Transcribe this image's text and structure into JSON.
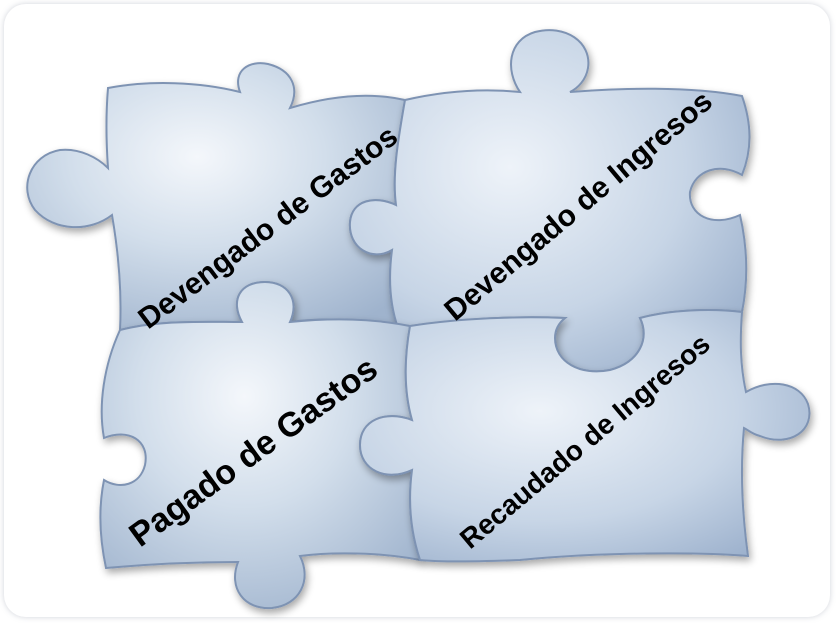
{
  "pieces": [
    {
      "id": "top-left",
      "label": "Devengado de Gastos"
    },
    {
      "id": "top-right",
      "label": "Devengado de Ingresos"
    },
    {
      "id": "bottom-left",
      "label": "Pagado de Gastos"
    },
    {
      "id": "bottom-right",
      "label": "Recaudado de Ingresos"
    }
  ],
  "colors": {
    "piece_light": "#e3ebf4",
    "piece_mid": "#b9c9dd",
    "piece_dark": "#8ea4c2",
    "outline": "#7e93b3"
  }
}
